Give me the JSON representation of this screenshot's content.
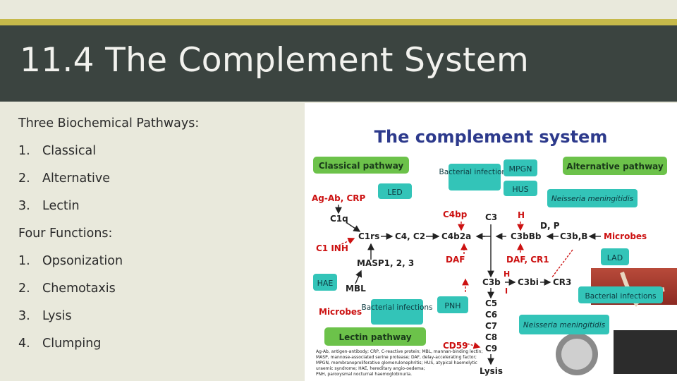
{
  "slide": {
    "title": "11.4 The Complement System",
    "pathways_heading": "Three Biochemical Pathways:",
    "pathways": [
      {
        "num": "1.",
        "label": "Classical"
      },
      {
        "num": "2.",
        "label": "Alternative"
      },
      {
        "num": "3.",
        "label": "Lectin"
      }
    ],
    "functions_heading": "Four Functions:",
    "functions": [
      {
        "num": "1.",
        "label": "Opsonization"
      },
      {
        "num": "2.",
        "label": "Chemotaxis"
      },
      {
        "num": "3.",
        "label": "Lysis"
      },
      {
        "num": "4.",
        "label": "Clumping"
      }
    ]
  },
  "figure": {
    "title": "The complement system",
    "boxes": {
      "classical_pathway": "Classical pathway",
      "alternative_pathway": "Alternative pathway",
      "lectin_pathway": "Lectin pathway",
      "bacterial_infections_1": "Bacterial infections",
      "bacterial_infections_2": "Bacterial infections",
      "bacterial_infections_3": "Bacterial infections",
      "mpgn": "MPGN",
      "hus": "HUS",
      "led": "LED",
      "neisseria_1": "Neisseria meningitidis",
      "neisseria_2": "Neisseria meningitidis",
      "lad": "LAD",
      "hae": "HAE",
      "pnh": "PNH"
    },
    "labels": {
      "ag_ab": "Ag-Ab, CRP",
      "c1q": "C1q",
      "c1rs": "C1rs",
      "c4c2": "C4, C2",
      "c4b2a": "C4b2a",
      "c4bp": "C4bp",
      "c1inh": "C1 INH",
      "masp": "MASP1, 2, 3",
      "mbl": "MBL",
      "microbes_left": "Microbes",
      "daf": "DAF",
      "cd59": "CD59",
      "c3": "C3",
      "h1": "H",
      "dp": "D, P",
      "c3bbb": "C3bBb",
      "c3bb": "C3b,B",
      "microbes_right": "Microbes",
      "daf_cr1": "DAF, CR1",
      "h2": "H",
      "i": "I",
      "c3b": "C3b",
      "c3bi": "C3bi",
      "cr3": "CR3",
      "c5": "C5",
      "c6": "C6",
      "c7": "C7",
      "c8": "C8",
      "c9": "C9",
      "lysis": "Lysis"
    },
    "legend": [
      "Ag-Ab, antigen-antibody; CRP, C-reactive protein; MBL, mannan-binding lectin;",
      "MASP, mannose-associated serine protease; DAF, delay-accelerating factor;",
      "MPGN, membranoproliferative glomerulonephritis; HUS, atypical haemolytic",
      "uraemic syndrome; HAE, hereditary angio-oedema;",
      "PNH, paroxysmal nocturnal haemoglobinuria."
    ]
  }
}
